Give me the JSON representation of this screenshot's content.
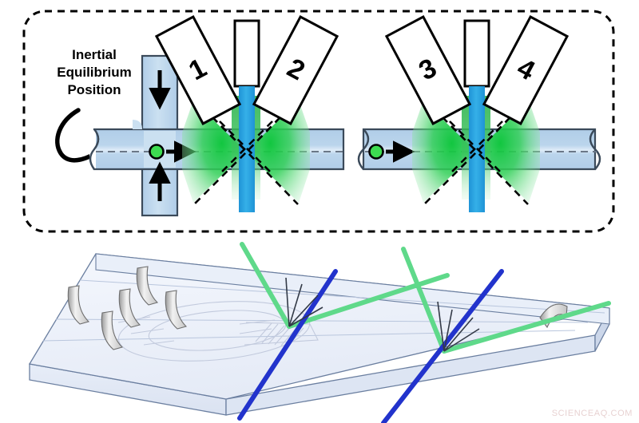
{
  "figure": {
    "title_annotation": "Inertial Equilibrium Position",
    "watermark": "SCIENCEAQ.COM",
    "panel_border_style": "dashed rounded rectangle"
  },
  "annotation": {
    "line1": "Inertial",
    "line2": "Equilibrium",
    "line3": "Position",
    "pointer": "curved-arrow"
  },
  "detectors": [
    {
      "id": "1",
      "label": "1",
      "side": "left",
      "station": "A",
      "angle_deg": -28
    },
    {
      "id": "2",
      "label": "2",
      "side": "right",
      "station": "A",
      "angle_deg": 28
    },
    {
      "id": "3",
      "label": "3",
      "side": "left",
      "station": "B",
      "angle_deg": -28
    },
    {
      "id": "4",
      "label": "4",
      "side": "right",
      "station": "B",
      "angle_deg": 28
    }
  ],
  "stations": [
    {
      "name": "station-a",
      "junction": "cross-junction",
      "particle_position": "off-center / inertial equilibrium",
      "laser_label": "",
      "sheath_flow_arrows": [
        "down",
        "up"
      ],
      "particle_flow_arrow": "right"
    },
    {
      "name": "station-b",
      "junction": "straight-channel",
      "particle_position": "on-center",
      "laser_label": "",
      "sheath_flow_arrows": [],
      "particle_flow_arrow": "right"
    }
  ],
  "colors": {
    "channel_fill": "#b3cfe8",
    "channel_fill_light": "#d7e6f4",
    "channel_stroke": "#3b4a5a",
    "laser_blue": "#29a3e0",
    "scatter_green": "#23c24a",
    "particle_green": "#3ddc51",
    "chip_body": "#eef2fa",
    "chip_stroke": "#6b7fa0",
    "beam_green": "#5fd98a",
    "beam_blue": "#2233cc",
    "dash_black": "#000000",
    "watermark": "#e8d2d2"
  },
  "chip": {
    "name": "microfluidic-chip",
    "features": {
      "tube_ports": 6,
      "spiral_channel": true,
      "interrogation_points": 2
    },
    "beams": [
      {
        "name": "excitation-beam-1",
        "color": "#5fd98a",
        "role": "green laser"
      },
      {
        "name": "excitation-beam-2",
        "color": "#5fd98a",
        "role": "green laser"
      },
      {
        "name": "collection-beam-1",
        "color": "#2233cc",
        "role": "blue fiber"
      },
      {
        "name": "collection-beam-2",
        "color": "#2233cc",
        "role": "blue fiber"
      }
    ]
  }
}
